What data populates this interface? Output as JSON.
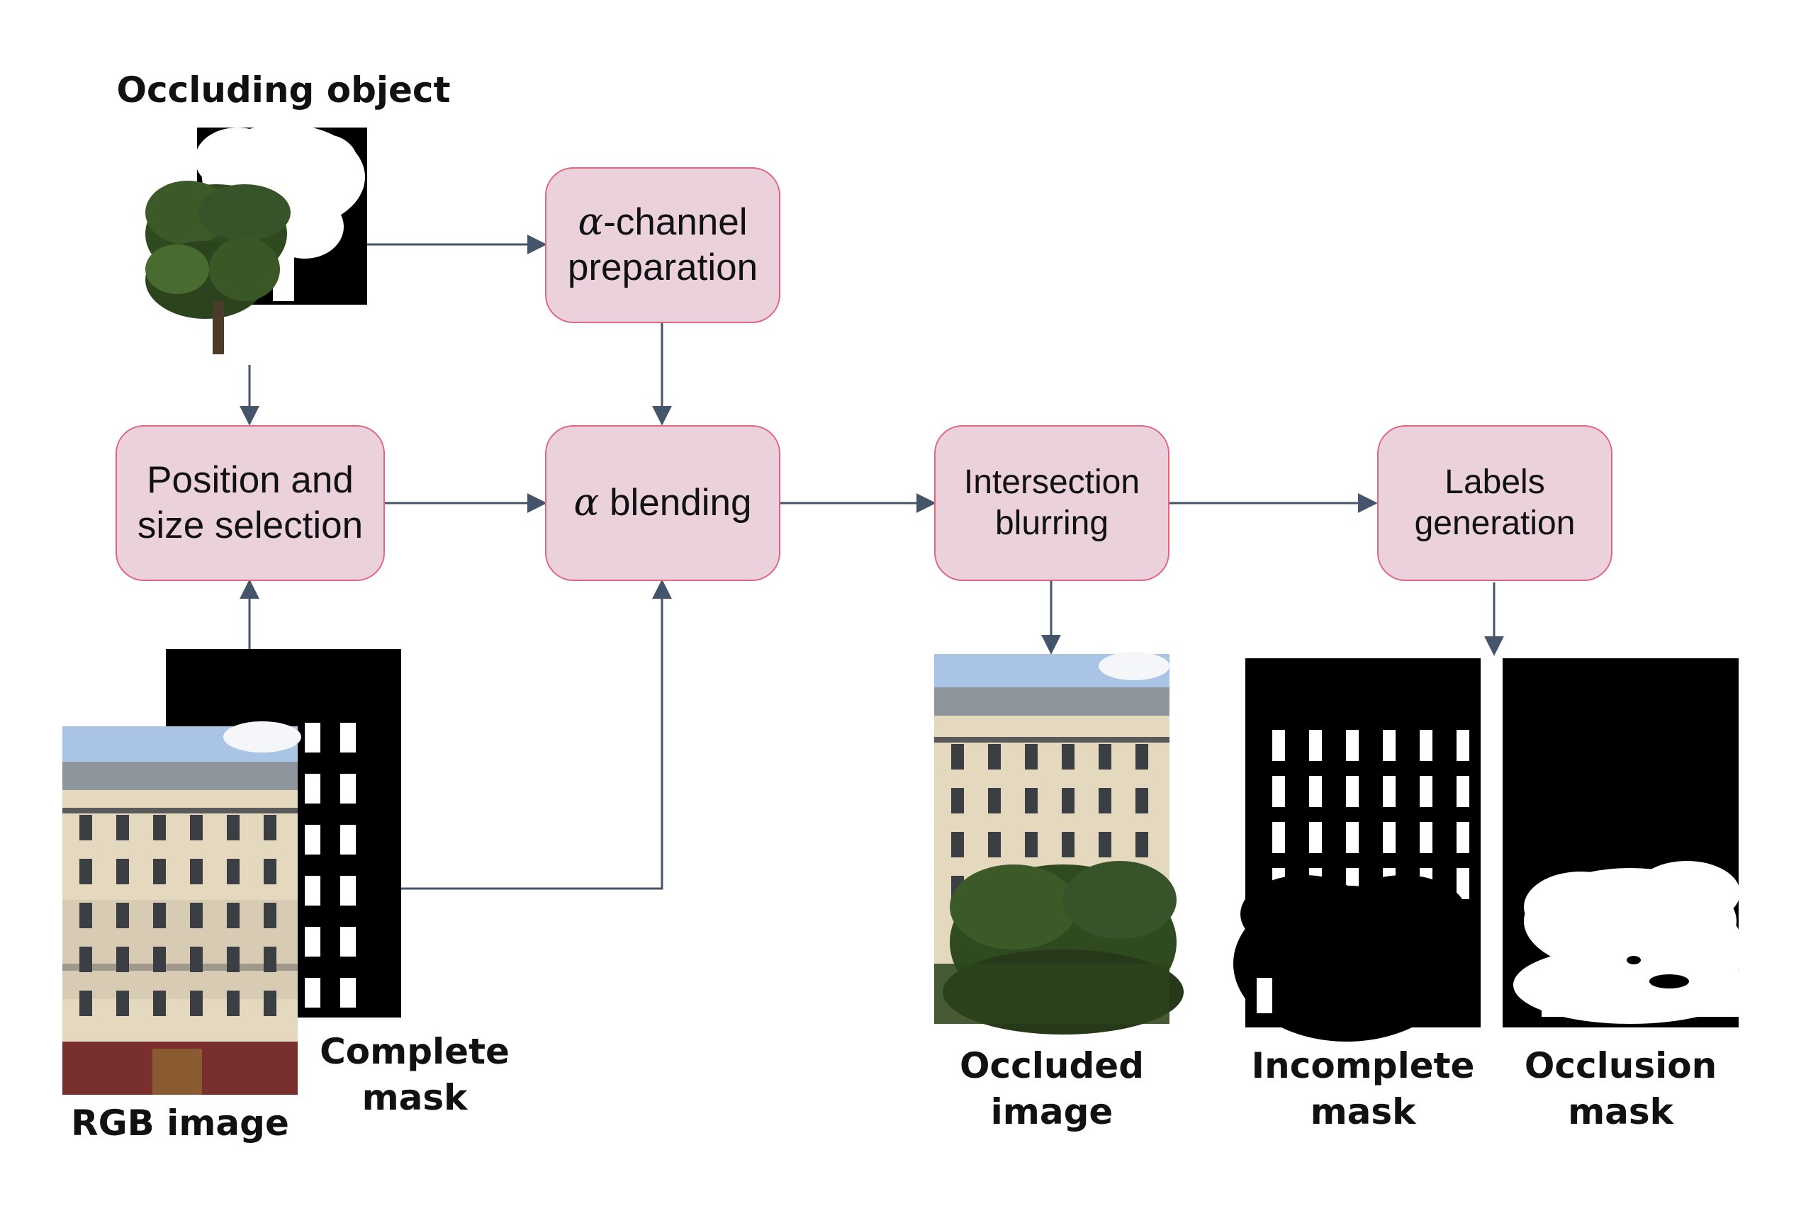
{
  "nodes": {
    "alpha_prep": {
      "symbol": "α",
      "line1": "-channel",
      "line2": "preparation"
    },
    "position": {
      "line1": "Position and",
      "line2": "size selection"
    },
    "blending": {
      "symbol": "α",
      "label": " blending"
    },
    "intersection": {
      "line1": "Intersection",
      "line2": "blurring"
    },
    "labels": {
      "line1": "Labels",
      "line2": "generation"
    }
  },
  "captions": {
    "occluding_object": "Occluding object",
    "complete_mask": [
      "Complete",
      "mask"
    ],
    "rgb_image": "RGB image",
    "occluded_image": [
      "Occluded",
      "image"
    ],
    "incomplete_mask": [
      "Incomplete",
      "mask"
    ],
    "occlusion_mask": [
      "Occlusion",
      "mask"
    ]
  },
  "colors": {
    "node_fill": "#ead1dc",
    "node_border": "#e06680",
    "arrow": "#44546a",
    "sky": "#a9c4e4",
    "facade": "#e4d8bf",
    "roof": "#8e959c",
    "window": "#3b3f44",
    "foliage": "#2f4a1f",
    "shopfront": "#7a2f2f"
  }
}
